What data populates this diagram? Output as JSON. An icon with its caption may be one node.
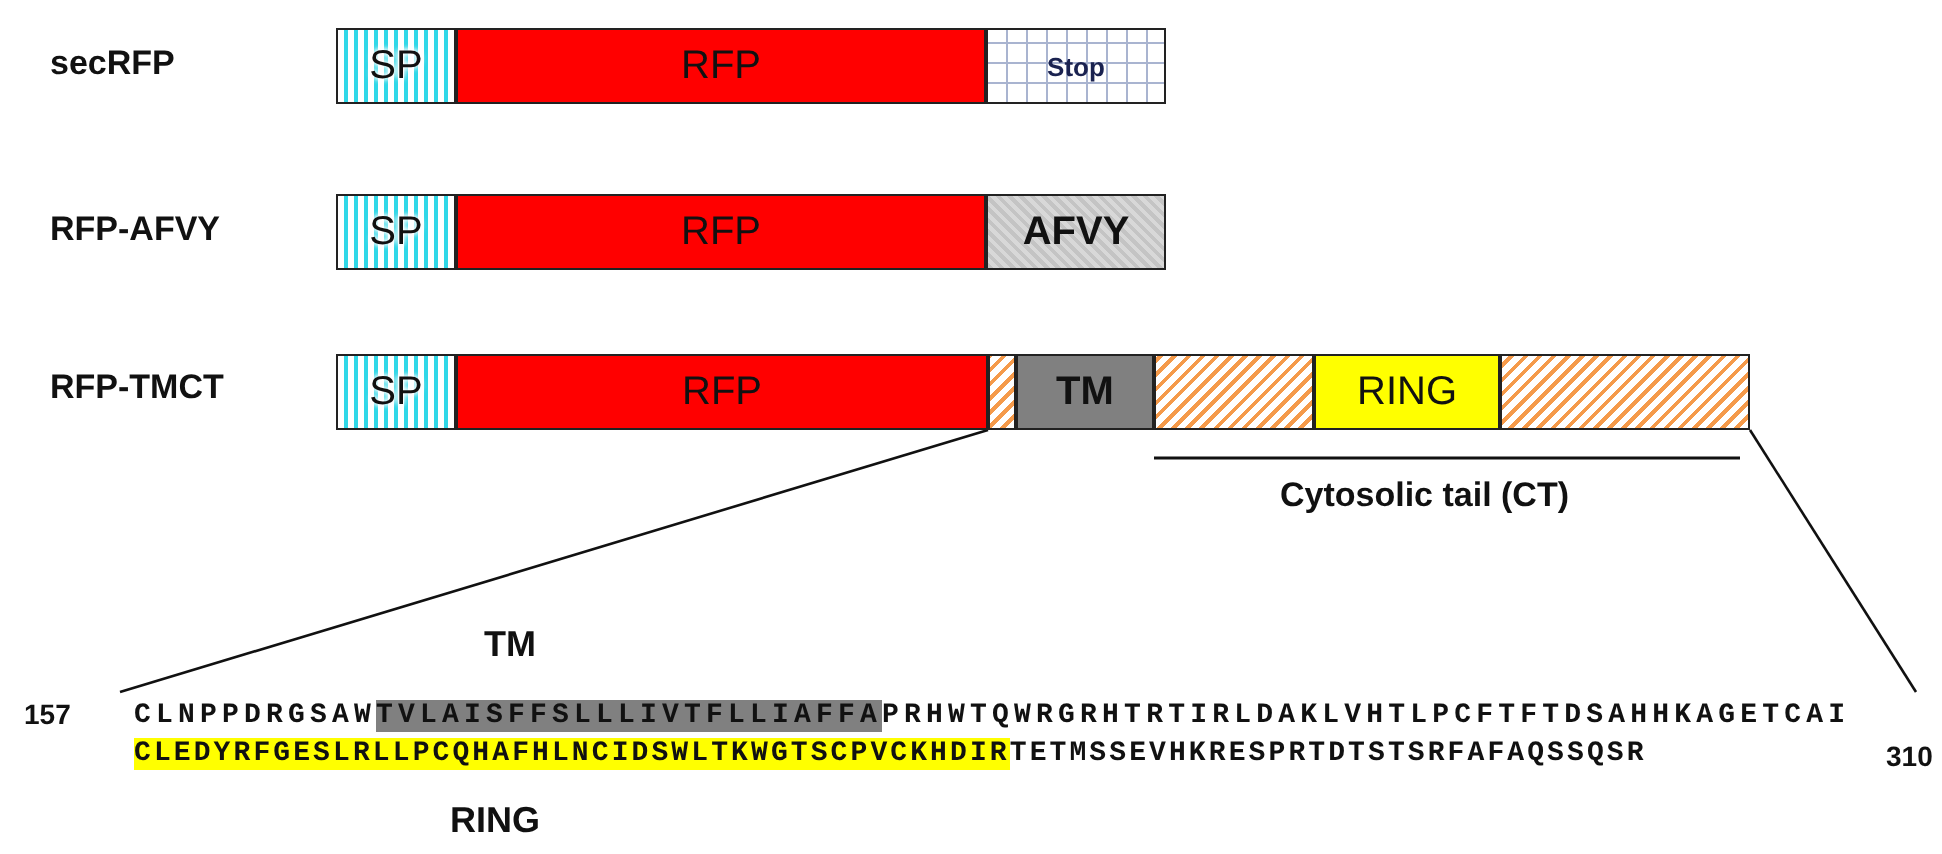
{
  "diagram": {
    "nodes": [
      {
        "text": [
          "SP"
        ]
      },
      {
        "text": [
          "RFP"
        ]
      },
      {
        "text": [
          "Stop"
        ]
      },
      {
        "text": [
          "SP"
        ]
      },
      {
        "text": [
          "RFP"
        ]
      },
      {
        "text": [
          "AFVY"
        ]
      },
      {
        "text": [
          "SP"
        ]
      },
      {
        "text": [
          "RFP"
        ]
      },
      {
        "text": [],
        "shape": "box"
      },
      {
        "text": [
          "TM"
        ]
      },
      {
        "text": [],
        "shape": "box"
      },
      {
        "text": [
          "RING"
        ]
      },
      {
        "text": [],
        "shape": "box"
      },
      {
        "text": [
          "CLNPPDRGSAW",
          "TVLAISFFSLLLIVTFLLIAFFA",
          "PRHWTQWRGRHTRTIRLDAKLVHTLPCFTFTDSAHHKAGETCAI",
          "CLEDYRFGESLRLLPCQHAFHLNCIDSWLTKWGTSCPVCKHDIR",
          "TETMSSEVHKRESPRTDTSTSRFAFAQSSQSR"
        ],
        "beside": [
          "157",
          "310"
        ]
      }
    ],
    "edges": [
      {
        "from": 8,
        "to": 13,
        "arrow": "none"
      },
      {
        "from": 12,
        "to": 13,
        "arrow": "none"
      }
    ],
    "labels": [
      "secRFP",
      "RFP-AFVY",
      "RFP-TMCT",
      "Cytosolic tail (CT)",
      "TM",
      "RING"
    ]
  }
}
